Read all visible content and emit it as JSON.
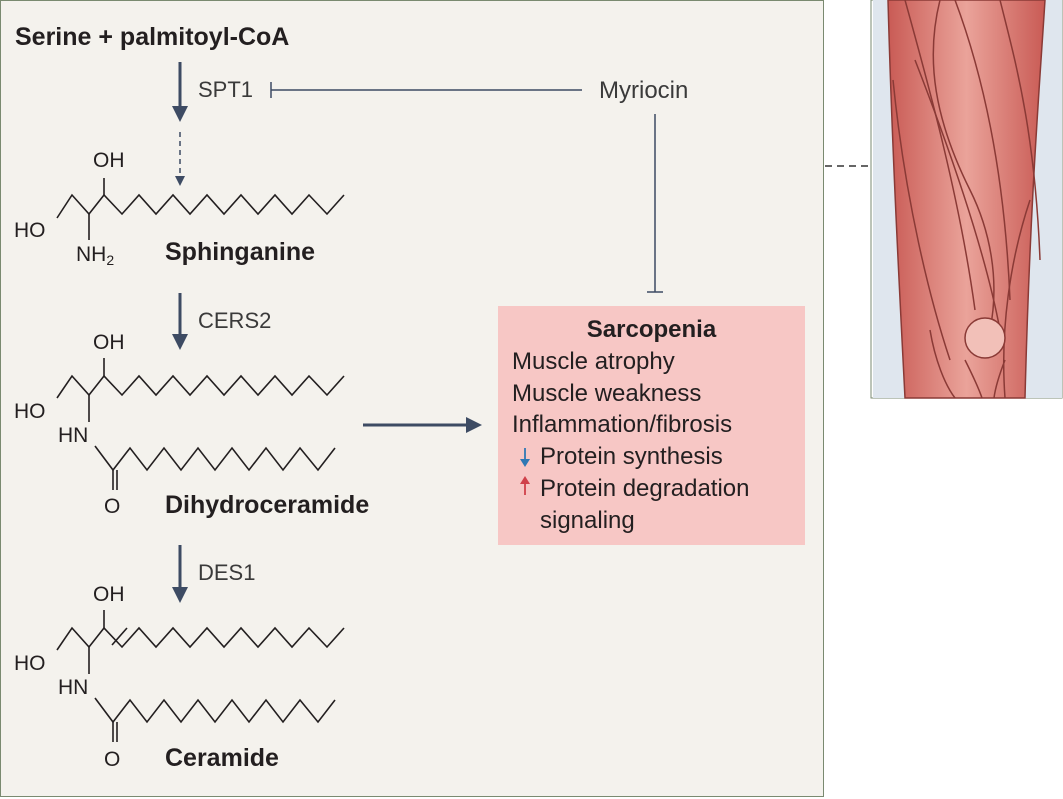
{
  "pathway": {
    "substrate": "Serine + palmitoyl-CoA",
    "enzyme_1": "SPT1",
    "inhibitor": "Myriocin",
    "intermediate_1": "Sphinganine",
    "enzyme_2": "CERS2",
    "intermediate_2": "Dihydroceramide",
    "enzyme_3": "DES1",
    "product": "Ceramide"
  },
  "atoms": {
    "oh": "OH",
    "ho": "HO",
    "nh": "NH",
    "sub2": "2",
    "hn": "HN",
    "o": "O"
  },
  "sarcopenia": {
    "title": "Sarcopenia",
    "line_1": "Muscle atrophy",
    "line_2": "Muscle weakness",
    "line_3": "Inflammation/fibrosis",
    "line_4": "Protein synthesis",
    "line_5": "Protein degradation",
    "line_6": "signaling",
    "down_arrow_color": "#2f78b4",
    "up_arrow_color": "#d0414a"
  },
  "colors": {
    "panel_background": "#f4f2ed",
    "arrow": "#3d4b63",
    "box_fill": "#f7c7c5",
    "muscle": "#d9776f"
  }
}
